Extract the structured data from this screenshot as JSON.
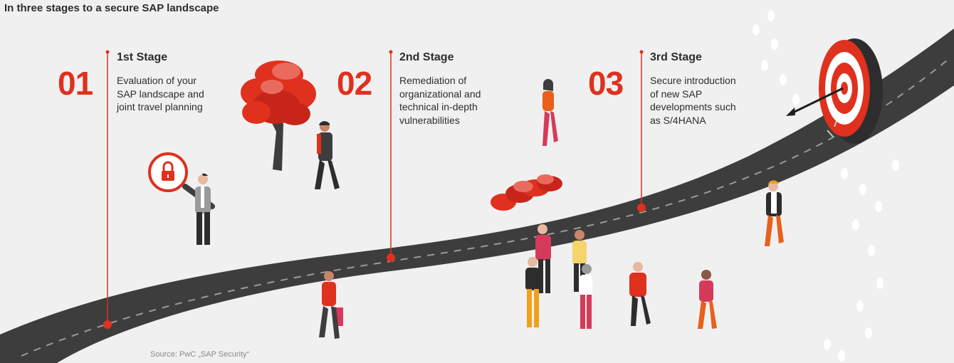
{
  "title": "In three stages to a secure SAP landscape",
  "stages": [
    {
      "number": "01",
      "title": "1st Stage",
      "lines": [
        "Evaluation of your",
        "SAP landscape and",
        "joint travel planning"
      ]
    },
    {
      "number": "02",
      "title": "2nd Stage",
      "lines": [
        "Remediation of",
        "organizational and",
        "technical in-depth",
        "vulnerabilities"
      ]
    },
    {
      "number": "03",
      "title": "3rd Stage",
      "lines": [
        "Secure introduction",
        "of new SAP",
        "developments such",
        "as S/4HANA"
      ]
    }
  ],
  "source": "Source: PwC „SAP Security“",
  "colors": {
    "accent": "#e0301e",
    "road": "#3d3d3d",
    "background": "#f0f0f0",
    "text": "#2d2d2d"
  },
  "icons": [
    "lock-icon",
    "magnifier-icon",
    "target-icon",
    "arrow-icon",
    "tree-icon",
    "bush-icon",
    "footprints-icon"
  ]
}
